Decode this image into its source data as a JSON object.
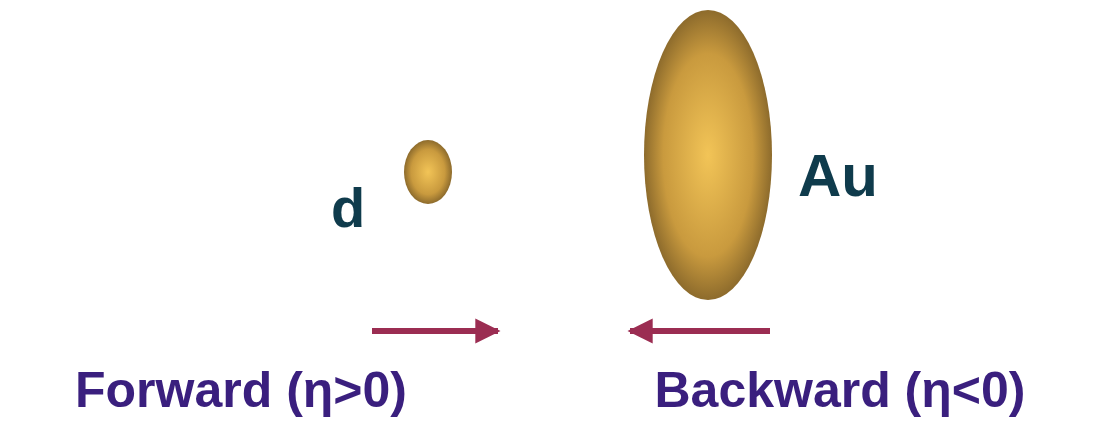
{
  "diagram": {
    "labels": [
      "d",
      "Au",
      "Forward (η>0)",
      "Backward (η<0)"
    ]
  }
}
